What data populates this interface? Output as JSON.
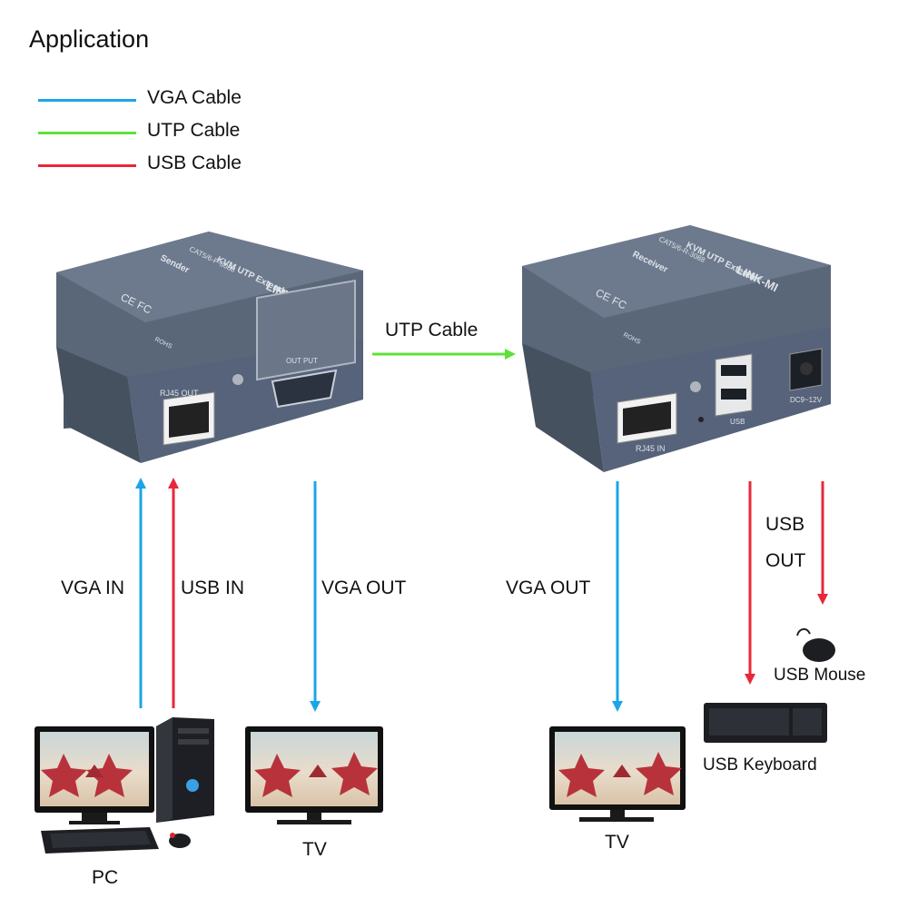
{
  "title": "Application",
  "legend": [
    {
      "label": "VGA Cable",
      "color": "#1aa6e8"
    },
    {
      "label": "UTP Cable",
      "color": "#5fe03a"
    },
    {
      "label": "USB Cable",
      "color": "#e8283a"
    }
  ],
  "sender": {
    "brand": "LINK-MI",
    "model": "KVM UTP Extender",
    "code": "CAT5/6-P-3088",
    "role": "Sender",
    "rj45_label": "RJ45 OUT",
    "output_label": "OUT PUT",
    "cert": "CE FC",
    "rohs": "ROHS"
  },
  "receiver": {
    "brand": "LINK-MI",
    "model": "KVM UTP Extender",
    "code": "CAT5/6-R-3088",
    "role": "Receiver",
    "rj45_label": "RJ45 IN",
    "usb_label": "USB",
    "power_label": "DC9~12V",
    "cert": "CE FC",
    "rohs": "ROHS"
  },
  "link": {
    "label": "UTP Cable"
  },
  "flows": {
    "vga_in": "VGA IN",
    "usb_in": "USB IN",
    "vga_out_sender": "VGA OUT",
    "vga_out_receiver": "VGA OUT",
    "usb_out_line1": "USB",
    "usb_out_line2": "OUT"
  },
  "devices": {
    "pc": "PC",
    "tv_left": "TV",
    "tv_right": "TV",
    "mouse": "USB Mouse",
    "keyboard": "USB Keyboard"
  }
}
